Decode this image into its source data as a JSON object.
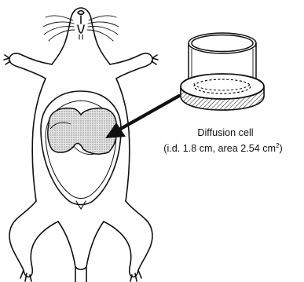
{
  "figure": {
    "caption_line1": "Diffusion cell",
    "caption_line2_prefix": "(i.d. 1.8 cm, area 2.54 cm",
    "caption_line2_sup": "2",
    "caption_line2_suffix": ")"
  },
  "colors": {
    "ink": "#111111",
    "tissue_fill": "#d8d8d8",
    "background": "#ffffff"
  }
}
